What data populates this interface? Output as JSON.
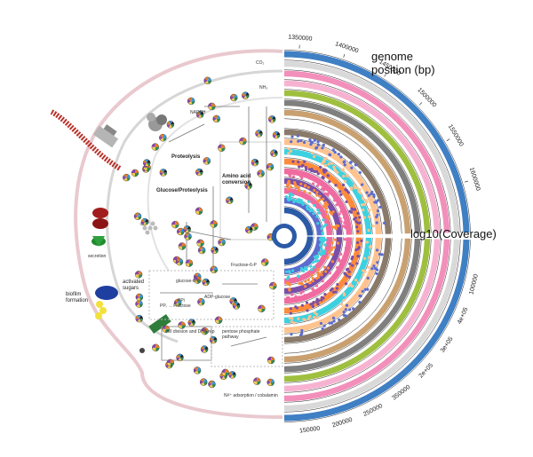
{
  "labels": {
    "genome_position_title_line1": "genome",
    "genome_position_title_line2": "position (bp)",
    "coverage_title": "log10(Coverage)"
  },
  "genome_ticks": [
    "1350000",
    "1400000",
    "1450000",
    "1500000",
    "1550000",
    "1600000"
  ],
  "coverage_ticks": [
    "100000",
    "4e+05",
    "3e+05",
    "2e+05",
    "350000",
    "250000",
    "200000",
    "150000"
  ],
  "pathway_labels": {
    "biofilm_formation_l1": "biofilm",
    "biofilm_formation_l2": "formation",
    "activated_sugars_l1": "activated",
    "activated_sugars_l2": "sugars",
    "secretion": "secretion",
    "proteolysis": "Proteolysis",
    "glucose_proteolysis": "Glucose/Proteolysis",
    "amino_acid_conversion_l1": "Amino acid",
    "amino_acid_conversion_l2": "conversion",
    "pp_fructose": "PPᵢ → Fructose",
    "cell_division": "cell division and DNA rep",
    "pentose_phosphate_l1": "pentose phosphate",
    "pentose_phosphate_l2": "pathway",
    "fructose_6p": "Fructose-6-P",
    "glucose_6p": "glucose-6-P",
    "adp_glucose": "ADP-glucose",
    "ppi": "PPi",
    "ni_adsorption": "Ni²⁺ adsorption / cobalamin",
    "co2": "CO₂",
    "nh3": "NH₃",
    "nadph": "NADPH"
  },
  "ring_colors": [
    "#3f7fc4",
    "#d9d9d9",
    "#f28fbb",
    "#f7b2d2",
    "#9fbf3f",
    "#7f7f7f",
    "#c9a070",
    "#ffffff",
    "#8a7a6a",
    "#ffc38f",
    "#3dd1e0",
    "#ff8c3a",
    "#f06ba0",
    "#7b4fa8",
    "#ef6a9e",
    "#5b6ccf",
    "#2b5aa6"
  ],
  "colors": {
    "cell_outline": "#e9c9cf",
    "accent_red": "#c0392b",
    "accent_blue": "#1f3fa0",
    "accent_green": "#2e8b2e",
    "accent_yellow": "#f2e13a"
  }
}
